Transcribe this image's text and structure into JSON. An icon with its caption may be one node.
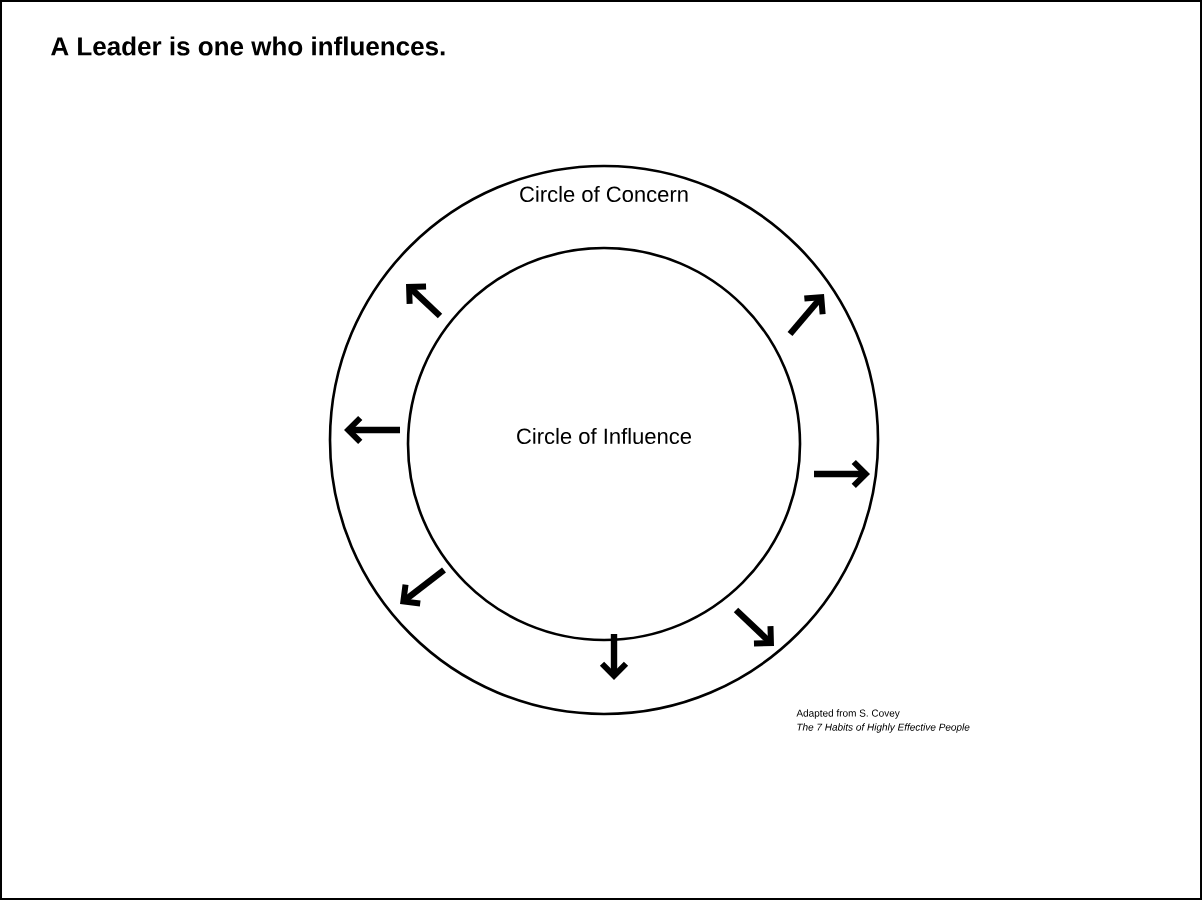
{
  "diagram": {
    "title": "A Leader is one who influences.",
    "nodes": [
      {
        "text": [
          "Circle of Concern"
        ]
      },
      {
        "text": [
          "Circle of Influence"
        ],
        "in": 0
      }
    ],
    "labels": [
      "Adapted from S. Covey",
      "*The 7 Habits of Highly Effective People*"
    ]
  }
}
